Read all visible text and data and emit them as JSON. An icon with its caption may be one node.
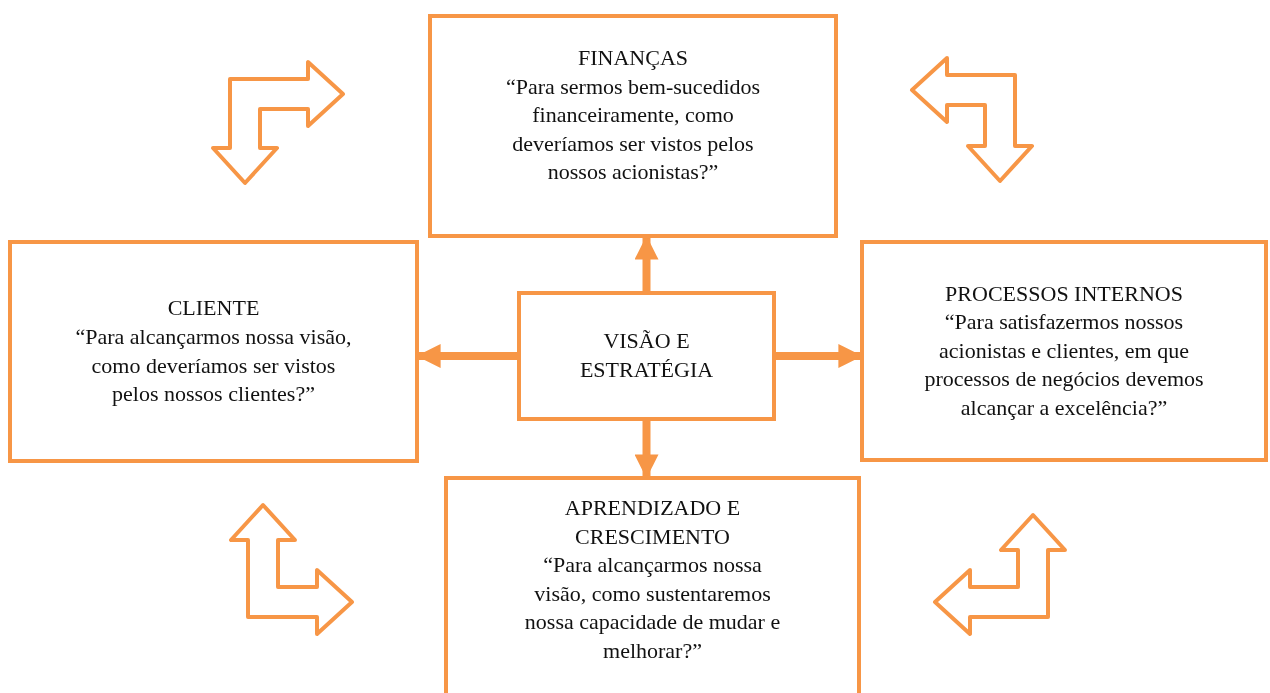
{
  "diagram": {
    "nodes": [
      {
        "text": [
          "FINANÇAS",
          "“Para sermos bem-sucedidos financeiramente, como deveríamos ser vistos pelos nossos acionistas?”"
        ]
      },
      {
        "text": [
          "CLIENTE",
          "“Para alcançarmos nossa visão, como deveríamos ser vistos pelos nossos clientes?”"
        ]
      },
      {
        "text": [
          "VISÃO E ESTRATÉGIA"
        ]
      },
      {
        "text": [
          "PROCESSOS INTERNOS",
          "“Para satisfazermos nossos acionistas e clientes, em que processos de negócios devemos alcançar a excelência?”"
        ]
      },
      {
        "text": [
          "APRENDIZADO E CRESCIMENTO",
          "“Para alcançarmos nossa visão, como sustentaremos nossa capacidade de mudar e melhorar?”"
        ]
      }
    ],
    "edges": [
      {
        "from": 2,
        "to": 0,
        "arrow": "to"
      },
      {
        "from": 2,
        "to": 1,
        "arrow": "to"
      },
      {
        "from": 2,
        "to": 3,
        "arrow": "to"
      },
      {
        "from": 2,
        "to": 4,
        "arrow": "to"
      },
      {
        "from": 1,
        "to": 0,
        "arrow": "both"
      },
      {
        "from": 0,
        "to": 3,
        "arrow": "both"
      },
      {
        "from": 1,
        "to": 4,
        "arrow": "both"
      },
      {
        "from": 4,
        "to": 3,
        "arrow": "both"
      }
    ]
  }
}
